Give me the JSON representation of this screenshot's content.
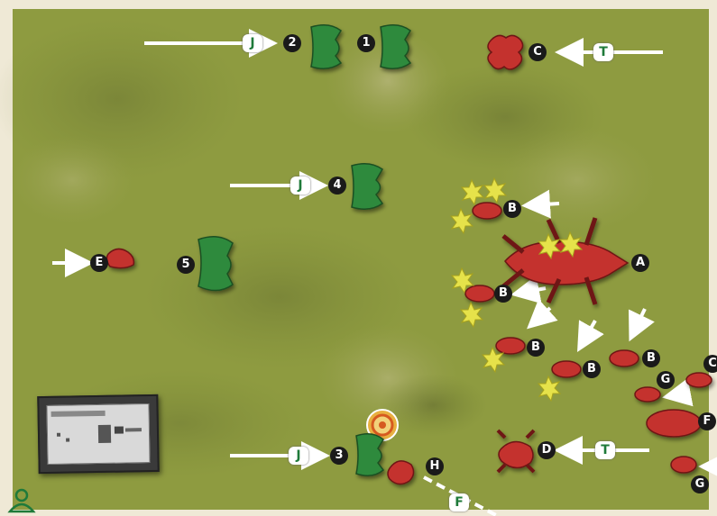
{
  "scene": {
    "terrain": "grass field",
    "colors": {
      "grass": "#8c9a3c",
      "friendly": "#2f8a3c",
      "enemy": "#c4322e",
      "tag_text": "#1f7a3a",
      "badge": "#1a1a1a"
    }
  },
  "friendly_units": [
    {
      "id": "1",
      "label": "1"
    },
    {
      "id": "2",
      "label": "2"
    },
    {
      "id": "3",
      "label": "3"
    },
    {
      "id": "4",
      "label": "4"
    },
    {
      "id": "5",
      "label": "5"
    }
  ],
  "enemy_units": [
    {
      "id": "A",
      "label": "A",
      "kind": "large beetle"
    },
    {
      "id": "B1",
      "label": "B"
    },
    {
      "id": "B2",
      "label": "B"
    },
    {
      "id": "B3",
      "label": "B"
    },
    {
      "id": "B4",
      "label": "B"
    },
    {
      "id": "B5",
      "label": "B"
    },
    {
      "id": "C1",
      "label": "C"
    },
    {
      "id": "C2",
      "label": "C"
    },
    {
      "id": "D",
      "label": "D"
    },
    {
      "id": "E",
      "label": "E"
    },
    {
      "id": "F",
      "label": "F"
    },
    {
      "id": "G1",
      "label": "G"
    },
    {
      "id": "G2",
      "label": "G"
    },
    {
      "id": "H",
      "label": "H"
    }
  ],
  "arrow_tags": {
    "J1": "J",
    "J2": "J",
    "J3": "J",
    "T1": "T",
    "T2": "T",
    "F": "F"
  },
  "minimap": {
    "label": "map-card"
  },
  "icons": {
    "target": "target-icon",
    "corner": "player-icon",
    "hit": "burst-icon"
  }
}
